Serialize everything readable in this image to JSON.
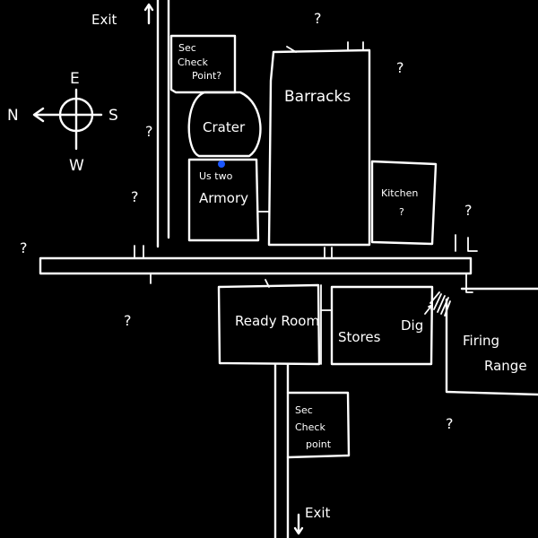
{
  "compass": {
    "top": "E",
    "left": "N",
    "right": "S",
    "bottom": "W"
  },
  "exits": {
    "top": "Exit",
    "bottom": "Exit"
  },
  "rooms": {
    "sec_checkpoint_top": [
      "Sec",
      "Check",
      "Point?"
    ],
    "crater": "Crater",
    "armory": "Armory",
    "barracks": "Barracks",
    "kitchen": "Kitchen",
    "kitchen_mark": "?",
    "ready_room": "Ready Room",
    "stores": "Stores",
    "dig": "Dig",
    "firing_range": [
      "Firing",
      "Range"
    ],
    "sec_checkpoint_bottom": [
      "Sec",
      "Check",
      "point"
    ]
  },
  "marker": {
    "label": "Us two",
    "color": "#1a56ff"
  },
  "unknown_mark": "?"
}
